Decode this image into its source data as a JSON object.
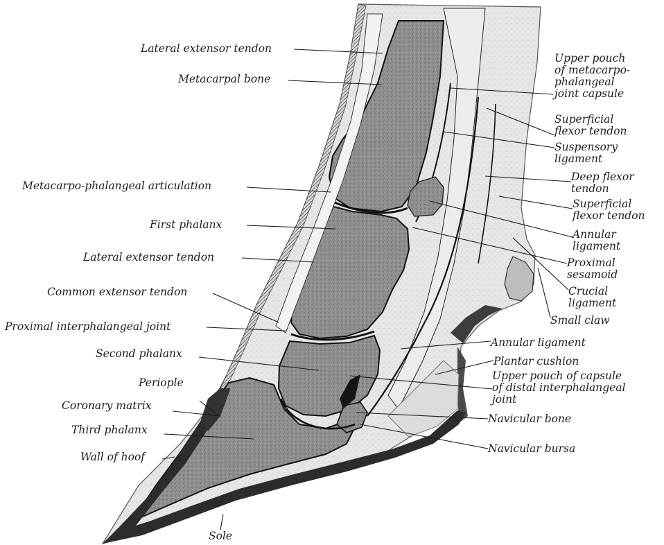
{
  "colors": {
    "bone": "#8e8e8e",
    "bone_dark": "#6e6e6e",
    "tissue": "#e4e4e4",
    "soft": "#cfcfcf",
    "hoof": "#2e2e2e",
    "line": "#111111"
  },
  "labels": {
    "lateral_extensor_tendon_top": "Lateral extensor tendon",
    "metacarpal_bone": "Metacarpal bone",
    "metacarpo_phalangeal_articulation": "Metacarpo-phalangeal articulation",
    "first_phalanx": "First phalanx",
    "lateral_extensor_tendon_mid": "Lateral extensor tendon",
    "common_extensor_tendon": "Common extensor tendon",
    "proximal_interphalangeal_joint": "Proximal interphalangeal joint",
    "second_phalanx": "Second phalanx",
    "periople": "Periople",
    "coronary_matrix": "Coronary matrix",
    "third_phalanx": "Third phalanx",
    "wall_of_hoof": "Wall of hoof",
    "sole": "Sole",
    "upper_pouch_mcp": [
      "Upper pouch",
      "of metacarpo-",
      "phalangeal",
      "joint capsule"
    ],
    "superficial_flexor_tendon_top": [
      "Superficial",
      "flexor tendon"
    ],
    "suspensory_ligament": [
      "Suspensory",
      "ligament"
    ],
    "deep_flexor_tendon": [
      "Deep flexor",
      "tendon"
    ],
    "superficial_flexor_tendon_low": [
      "Superficial",
      "flexor tendon"
    ],
    "annular_ligament_top": [
      "Annular",
      "ligament"
    ],
    "proximal_sesamoid": [
      "Proximal",
      "sesamoid"
    ],
    "crucial_ligament": [
      "Crucial",
      "ligament"
    ],
    "small_claw": "Small claw",
    "annular_ligament_low": "Annular ligament",
    "plantar_cushion": "Plantar cushion",
    "upper_pouch_distal": [
      "Upper pouch of capsule",
      "of distal interphalangeal",
      "joint"
    ],
    "navicular_bone": "Navicular bone",
    "navicular_bursa": "Navicular bursa"
  }
}
